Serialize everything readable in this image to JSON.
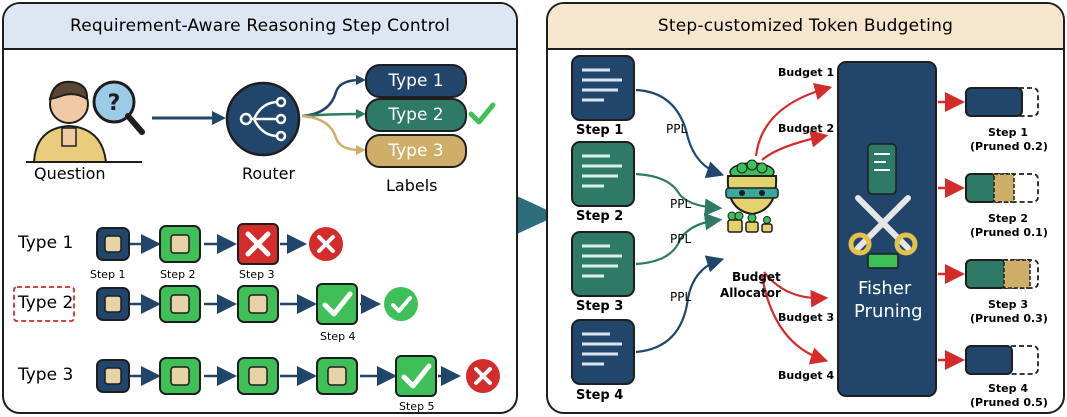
{
  "left_panel": {
    "title": "Requirement-Aware Reasoning Step Control",
    "question_label": "Question",
    "router_label": "Router",
    "labels_caption": "Labels",
    "type_pills": [
      "Type 1",
      "Type 2",
      "Type 3"
    ],
    "rows": [
      {
        "label": "Type 1",
        "step_caption": [
          "Step 1",
          "Step 2",
          "Step 3"
        ]
      },
      {
        "label": "Type 2",
        "step_caption": [
          "Step 4"
        ]
      },
      {
        "label": "Type 3",
        "step_caption": [
          "Step 5"
        ]
      }
    ]
  },
  "right_panel": {
    "title": "Step-customized Token Budgeting",
    "steps": [
      "Step 1",
      "Step 2",
      "Step 3",
      "Step 4"
    ],
    "ppl": [
      "PPL",
      "PPL",
      "PPL",
      "PPL"
    ],
    "allocator_label": [
      "Budget",
      "Allocator"
    ],
    "budgets": [
      "Budget 1",
      "Budget 2",
      "Budget 3",
      "Budget 4"
    ],
    "pruning_label": [
      "Fisher",
      "Pruning"
    ],
    "outputs": [
      {
        "step": "Step 1",
        "pruned": "(Pruned 0.2)"
      },
      {
        "step": "Step 2",
        "pruned": "(Pruned 0.1)"
      },
      {
        "step": "Step 3",
        "pruned": "(Pruned 0.3)"
      },
      {
        "step": "Step 4",
        "pruned": "(Pruned 0.5)"
      }
    ]
  },
  "colors": {
    "header_left": "#dde6f2",
    "header_right": "#f5e6cd",
    "navy": "#22466b",
    "teal": "#2f7a66",
    "green": "#3fbf58",
    "gold": "#cfae6a",
    "red": "#d42b2b",
    "beige": "#e8d3a9"
  }
}
